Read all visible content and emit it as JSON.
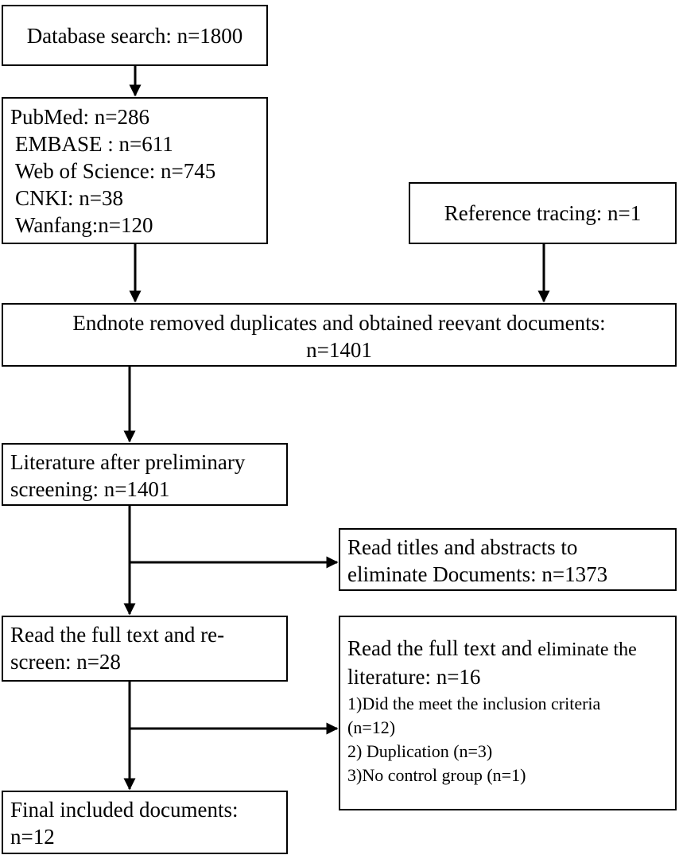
{
  "search": {
    "label": "Database search: n=1800"
  },
  "sources": {
    "lines": [
      "PubMed: n=286",
      "EMBASE : n=611",
      "Web of Science: n=745",
      "CNKI: n=38",
      "Wanfang:n=120"
    ]
  },
  "reference": {
    "label": "Reference tracing: n=1"
  },
  "endnote": {
    "line1": "Endnote removed duplicates and obtained reevant documents:",
    "line2": "n=1401"
  },
  "preliminary": {
    "line1": "Literature after preliminary",
    "line2": "screening: n=1401"
  },
  "abstracts_excluded": {
    "line1": "Read titles and abstracts to",
    "line2": "eliminate Documents: n=1373"
  },
  "fulltext": {
    "line1": "Read the full text and re-",
    "line2": "screen: n=28"
  },
  "fulltext_excluded": {
    "title1_a": "Read the full text and ",
    "title1_b": "eliminate the",
    "title2": "literature: n=16",
    "reasons": [
      "1)Did the meet the inclusion criteria",
      "(n=12)",
      "2) Duplication (n=3)",
      "3)No control group (n=1)"
    ]
  },
  "final": {
    "line1": "Final included documents:",
    "line2": "n=12"
  }
}
